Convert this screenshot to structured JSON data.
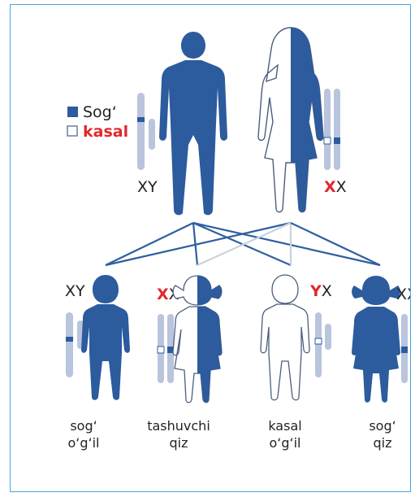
{
  "legend": {
    "healthy_label": "Sog‘",
    "sick_label": "kasal",
    "healthy_color": "#2c5b9e",
    "sick_color": "#ffffff",
    "sick_text_color": "#e0292c"
  },
  "parents": {
    "father": {
      "genotype_mark": "",
      "genotype_rest": "XY",
      "status": "healthy"
    },
    "mother": {
      "genotype_mark": "X",
      "genotype_rest": "X",
      "status": "carrier"
    }
  },
  "children": [
    {
      "genotype_mark": "",
      "genotype_rest": "XY",
      "label_line1": "sog‘",
      "label_line2": "o‘g‘il",
      "status": "healthy",
      "figure": "boy-figure"
    },
    {
      "genotype_mark": "X",
      "genotype_rest": "X",
      "label_line1": "tashuvchi",
      "label_line2": "qiz",
      "status": "carrier",
      "figure": "girl-figure"
    },
    {
      "genotype_mark": "Y",
      "genotype_rest": "X",
      "label_line1": "kasal",
      "label_line2": "o‘g‘il",
      "status": "sick",
      "figure": "boy-figure"
    },
    {
      "genotype_mark": "",
      "genotype_rest": "XX",
      "label_line1": "sog‘",
      "label_line2": "qiz",
      "status": "healthy",
      "figure": "girl-figure"
    }
  ]
}
